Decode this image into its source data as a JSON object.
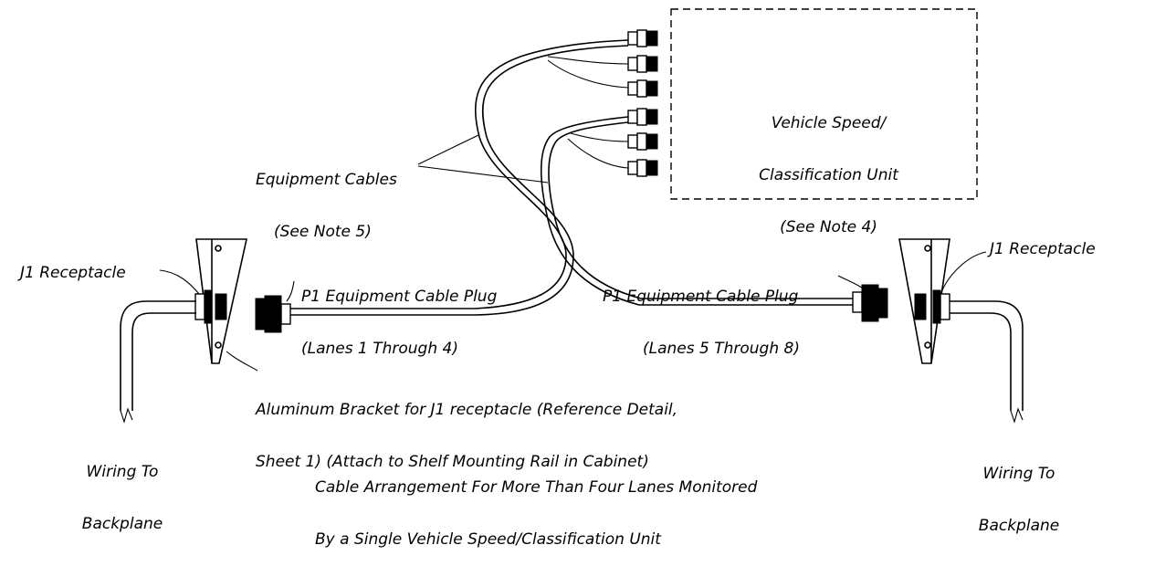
{
  "labels": {
    "vehicle_unit_line1": "Vehicle Speed/",
    "vehicle_unit_line2": "Classification Unit",
    "vehicle_unit_line3": "(See Note 4)",
    "equipment_cables_line1": "Equipment Cables",
    "equipment_cables_line2": "(See Note 5)",
    "j1_receptacle_left": "J1 Receptacle",
    "j1_receptacle_right": "J1 Receptacle",
    "p1_plug_left_line1": "P1 Equipment Cable Plug",
    "p1_plug_left_line2": "(Lanes 1 Through 4)",
    "p1_plug_right_line1": "P1 Equipment Cable Plug",
    "p1_plug_right_line2": "(Lanes 5 Through 8)",
    "bracket_line1": "Aluminum Bracket for J1 receptacle (Reference Detail,",
    "bracket_line2": "Sheet 1) (Attach to Shelf Mounting Rail in Cabinet)",
    "wiring_left_line1": "Wiring To",
    "wiring_left_line2": "Backplane",
    "wiring_right_line1": "Wiring To",
    "wiring_right_line2": "Backplane",
    "caption_line1": "Cable Arrangement For More Than Four Lanes Monitored",
    "caption_line2": "By a Single Vehicle Speed/Classification Unit"
  }
}
